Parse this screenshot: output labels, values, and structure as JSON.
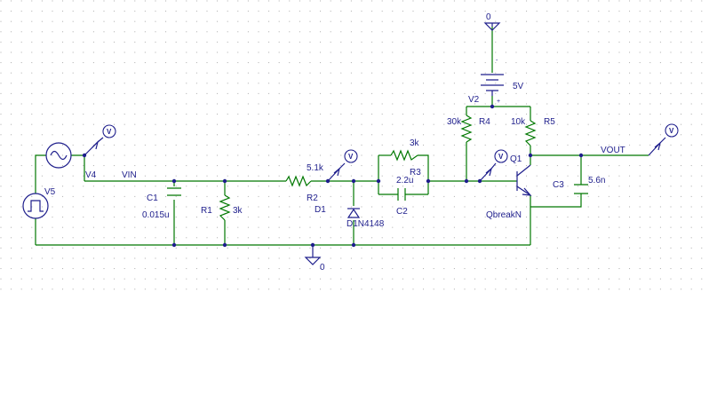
{
  "colors": {
    "wire": "#007800",
    "label": "#1e1e8c",
    "grid": "#9a9a9a",
    "background": "#ffffff"
  },
  "nets": {
    "vin": "VIN",
    "vout": "VOUT"
  },
  "probes": {
    "symbol": "V"
  },
  "components": {
    "v4": {
      "ref": "V4"
    },
    "v5": {
      "ref": "V5"
    },
    "c1": {
      "ref": "C1",
      "value": "0.015u"
    },
    "r1": {
      "ref": "R1",
      "value": "3k"
    },
    "r2": {
      "ref": "R2",
      "value": "5.1k"
    },
    "d1": {
      "ref": "D1",
      "value": "D1N4148"
    },
    "r3": {
      "ref": "R3",
      "value": "3k"
    },
    "c2": {
      "ref": "C2",
      "value": "2.2u"
    },
    "r4": {
      "ref": "R4",
      "value": "30k"
    },
    "r5": {
      "ref": "R5",
      "value": "10k"
    },
    "v2": {
      "ref": "V2",
      "value": "5V",
      "plus": "+",
      "minus": "-"
    },
    "q1": {
      "ref": "Q1",
      "value": "QbreakN"
    },
    "c3": {
      "ref": "C3",
      "value": "5.6n"
    }
  },
  "grounds": {
    "bottom": "0",
    "top": "0"
  }
}
